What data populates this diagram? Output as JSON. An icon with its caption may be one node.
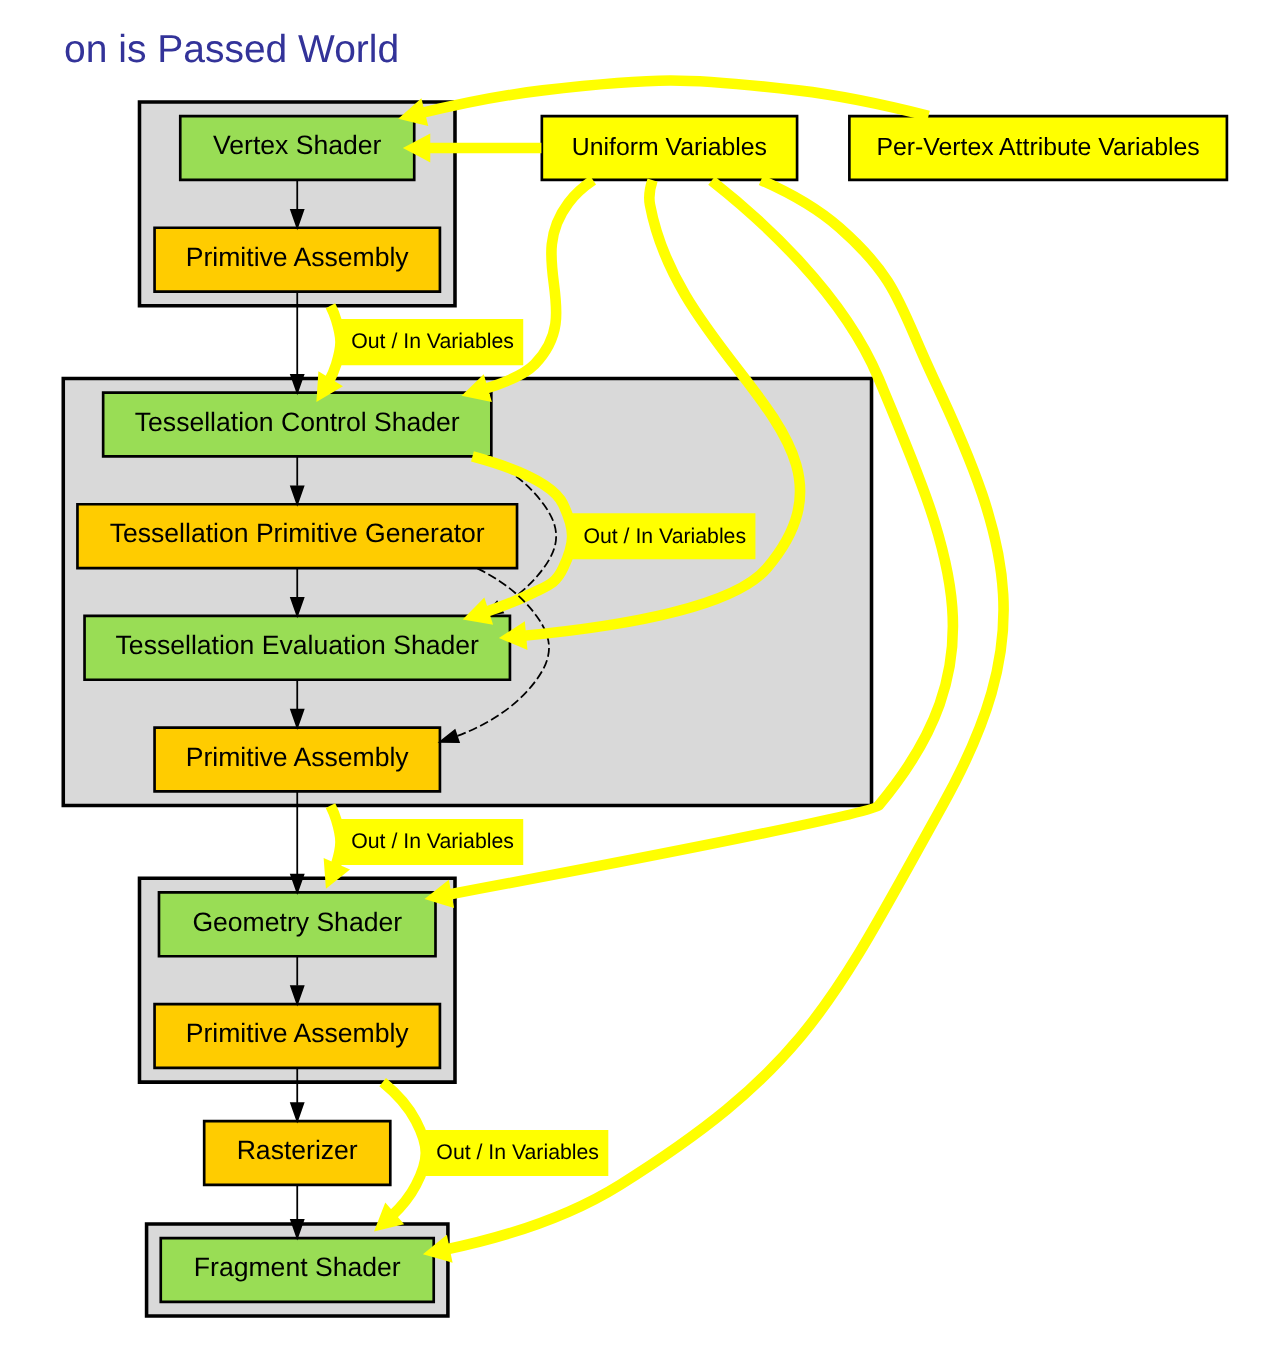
{
  "diagram": {
    "title": "on is Passed World",
    "nodes": [
      {
        "text": [],
        "shape": "box"
      },
      {
        "text": [
          "Vertex Shader"
        ],
        "in": 0
      },
      {
        "text": [
          "Primitive Assembly"
        ],
        "in": 0
      },
      {
        "text": [],
        "shape": "box"
      },
      {
        "text": [
          "Tessellation Control Shader"
        ],
        "in": 3
      },
      {
        "text": [
          "Tessellation Primitive Generator"
        ],
        "in": 3
      },
      {
        "text": [
          "Tessellation Evaluation Shader"
        ],
        "in": 3
      },
      {
        "text": [
          "Primitive Assembly"
        ],
        "in": 3
      },
      {
        "text": [],
        "shape": "box"
      },
      {
        "text": [
          "Geometry Shader"
        ],
        "in": 8
      },
      {
        "text": [
          "Primitive Assembly"
        ],
        "in": 8
      },
      {
        "text": [
          "Rasterizer"
        ]
      },
      {
        "text": [],
        "shape": "box"
      },
      {
        "text": [
          "Fragment Shader"
        ],
        "in": 12
      },
      {
        "text": [
          "Per-Vertex Attribute Variables"
        ]
      },
      {
        "text": [
          "Uniform Variables"
        ]
      }
    ],
    "edges": [
      {
        "from": 1,
        "to": 2,
        "arrow": "to"
      },
      {
        "from": 2,
        "to": 4,
        "arrow": "to"
      },
      {
        "from": 4,
        "to": 5,
        "arrow": "to"
      },
      {
        "from": 5,
        "to": 6,
        "arrow": "to"
      },
      {
        "from": 6,
        "to": 7,
        "arrow": "to"
      },
      {
        "from": 7,
        "to": 9,
        "arrow": "to"
      },
      {
        "from": 9,
        "to": 10,
        "arrow": "to"
      },
      {
        "from": 10,
        "to": 11,
        "arrow": "to"
      },
      {
        "from": 11,
        "to": 13,
        "arrow": "to"
      },
      {
        "from": 4,
        "to": 6,
        "arrow": "to",
        "style": "dashed"
      },
      {
        "from": 5,
        "to": 7,
        "arrow": "to",
        "style": "dashed"
      },
      {
        "from": 14,
        "to": 1,
        "arrow": "to",
        "style": "thick",
        "color": "#ffff00"
      },
      {
        "from": 15,
        "to": 1,
        "arrow": "to",
        "style": "thick",
        "color": "#ffff00"
      },
      {
        "from": 15,
        "to": 4,
        "arrow": "to",
        "style": "thick",
        "color": "#ffff00"
      },
      {
        "from": 15,
        "to": 6,
        "arrow": "to",
        "style": "thick",
        "color": "#ffff00"
      },
      {
        "from": 15,
        "to": 9,
        "arrow": "to",
        "style": "thick",
        "color": "#ffff00"
      },
      {
        "from": 15,
        "to": 13,
        "arrow": "to",
        "style": "thick",
        "color": "#ffff00"
      },
      {
        "from": 0,
        "to": 4,
        "arrow": "to",
        "style": "thick",
        "color": "#ffff00",
        "label": "Out / In Variables"
      },
      {
        "from": 3,
        "to": 6,
        "arrow": "to",
        "style": "thick",
        "color": "#ffff00",
        "label": "Out / In Variables"
      },
      {
        "from": 3,
        "to": 8,
        "arrow": "to",
        "style": "thick",
        "color": "#ffff00",
        "label": "Out / In Variables"
      },
      {
        "from": 8,
        "to": 12,
        "arrow": "to",
        "style": "thick",
        "color": "#ffff00",
        "label": "Out / In Variables"
      }
    ]
  }
}
